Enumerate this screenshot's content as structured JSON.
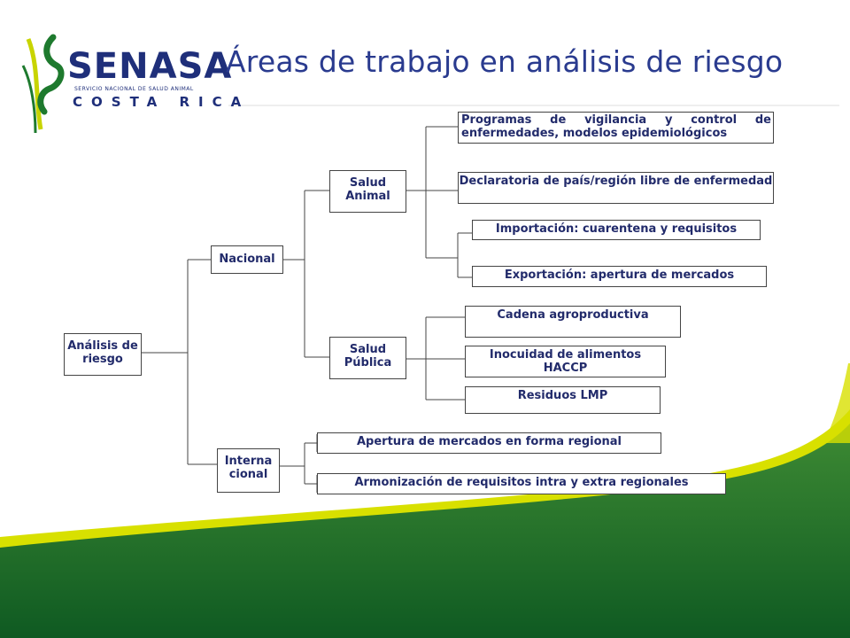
{
  "header": {
    "title": "Áreas de trabajo en análisis de riesgo",
    "logo_word": "SENASA",
    "logo_subtitle": "SERVICIO NACIONAL DE SALUD ANIMAL",
    "logo_country": "COSTA RICA"
  },
  "diagram": {
    "root": "Análisis de riesgo",
    "level1": {
      "nacional": "Nacional",
      "internacional": "Interna cional"
    },
    "level2": {
      "salud_animal": "Salud Animal",
      "salud_publica": "Salud Pública"
    },
    "salud_animal_items": [
      "Programas de vigilancia y control de enfermedades, modelos epidemiológicos",
      "Declaratoria de país/región libre de enfermedad",
      "Importación: cuarentena y requisitos",
      "Exportación: apertura de mercados"
    ],
    "salud_publica_items": [
      "Cadena agroproductiva",
      "Inocuidad de alimentos HACCP",
      "Residuos LMP"
    ],
    "internacional_items": [
      "Apertura de mercados en forma regional",
      "Armonización de requisitos intra y extra regionales"
    ]
  },
  "colors": {
    "title": "#2a3b8f",
    "box_text": "#222b6b",
    "background_green": "#1d6a2a",
    "accent_yellow": "#d8e000"
  }
}
